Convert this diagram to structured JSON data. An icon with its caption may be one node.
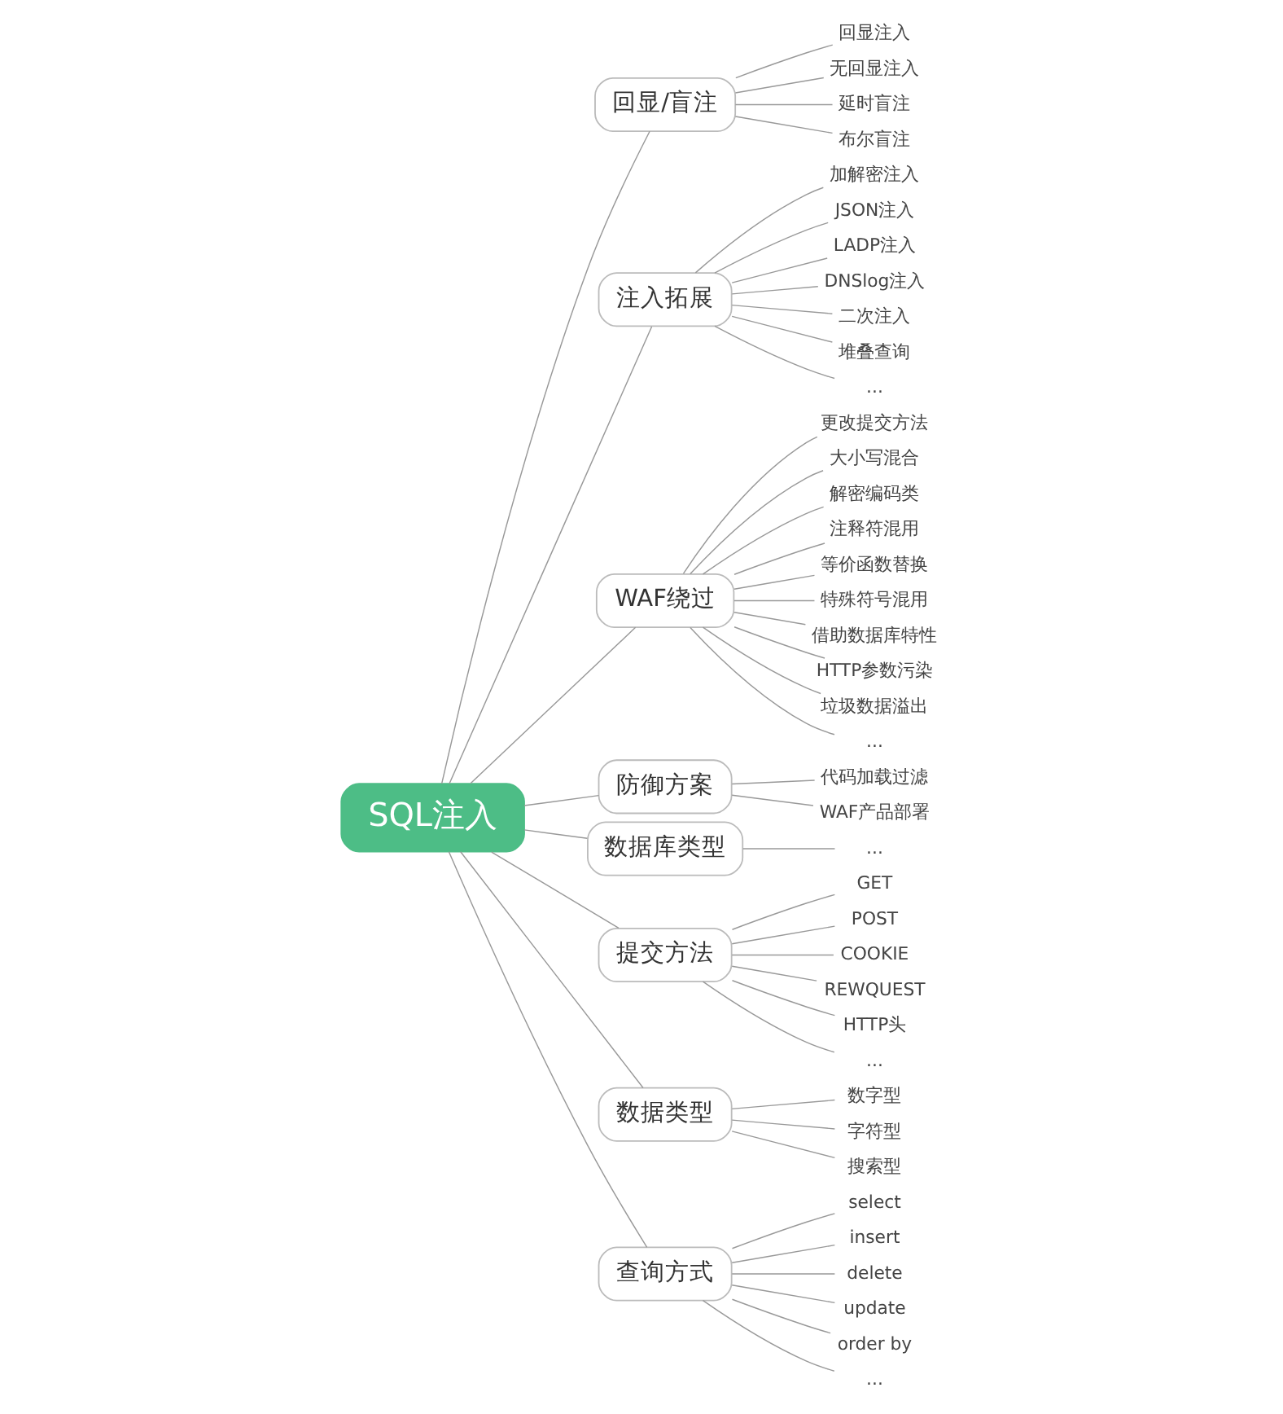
{
  "diagram": {
    "nodes": [
      {
        "text": [
          "SQL注入"
        ]
      },
      {
        "text": [
          "回显/盲注"
        ]
      },
      {
        "text": [
          "回显注入"
        ]
      },
      {
        "text": [
          "无回显注入"
        ]
      },
      {
        "text": [
          "延时盲注"
        ]
      },
      {
        "text": [
          "布尔盲注"
        ]
      },
      {
        "text": [
          "注入拓展"
        ]
      },
      {
        "text": [
          "加解密注入"
        ]
      },
      {
        "text": [
          "JSON注入"
        ]
      },
      {
        "text": [
          "LADP注入"
        ]
      },
      {
        "text": [
          "DNSlog注入"
        ]
      },
      {
        "text": [
          "二次注入"
        ]
      },
      {
        "text": [
          "堆叠查询"
        ]
      },
      {
        "text": [
          "..."
        ]
      },
      {
        "text": [
          "WAF绕过"
        ]
      },
      {
        "text": [
          "更改提交方法"
        ]
      },
      {
        "text": [
          "大小写混合"
        ]
      },
      {
        "text": [
          "解密编码类"
        ]
      },
      {
        "text": [
          "注释符混用"
        ]
      },
      {
        "text": [
          "等价函数替换"
        ]
      },
      {
        "text": [
          "特殊符号混用"
        ]
      },
      {
        "text": [
          "借助数据库特性"
        ]
      },
      {
        "text": [
          "HTTP参数污染"
        ]
      },
      {
        "text": [
          "垃圾数据溢出"
        ]
      },
      {
        "text": [
          "..."
        ]
      },
      {
        "text": [
          "防御方案"
        ]
      },
      {
        "text": [
          "代码加载过滤"
        ]
      },
      {
        "text": [
          "WAF产品部署"
        ]
      },
      {
        "text": [
          "数据库类型"
        ]
      },
      {
        "text": [
          "..."
        ]
      },
      {
        "text": [
          "提交方法"
        ]
      },
      {
        "text": [
          "GET"
        ]
      },
      {
        "text": [
          "POST"
        ]
      },
      {
        "text": [
          "COOKIE"
        ]
      },
      {
        "text": [
          "REWQUEST"
        ]
      },
      {
        "text": [
          "HTTP头"
        ]
      },
      {
        "text": [
          "..."
        ]
      },
      {
        "text": [
          "数据类型"
        ]
      },
      {
        "text": [
          "数字型"
        ]
      },
      {
        "text": [
          "字符型"
        ]
      },
      {
        "text": [
          "搜索型"
        ]
      },
      {
        "text": [
          "查询方式"
        ]
      },
      {
        "text": [
          "select"
        ]
      },
      {
        "text": [
          "insert"
        ]
      },
      {
        "text": [
          "delete"
        ]
      },
      {
        "text": [
          "update"
        ]
      },
      {
        "text": [
          "order by"
        ]
      },
      {
        "text": [
          "..."
        ]
      }
    ],
    "edges": [
      {
        "from": 0,
        "to": 1,
        "arrow": "none"
      },
      {
        "from": 1,
        "to": 2,
        "arrow": "none"
      },
      {
        "from": 1,
        "to": 3,
        "arrow": "none"
      },
      {
        "from": 1,
        "to": 4,
        "arrow": "none"
      },
      {
        "from": 1,
        "to": 5,
        "arrow": "none"
      },
      {
        "from": 0,
        "to": 6,
        "arrow": "none"
      },
      {
        "from": 6,
        "to": 7,
        "arrow": "none"
      },
      {
        "from": 6,
        "to": 8,
        "arrow": "none"
      },
      {
        "from": 6,
        "to": 9,
        "arrow": "none"
      },
      {
        "from": 6,
        "to": 10,
        "arrow": "none"
      },
      {
        "from": 6,
        "to": 11,
        "arrow": "none"
      },
      {
        "from": 6,
        "to": 12,
        "arrow": "none"
      },
      {
        "from": 6,
        "to": 13,
        "arrow": "none"
      },
      {
        "from": 0,
        "to": 14,
        "arrow": "none"
      },
      {
        "from": 14,
        "to": 15,
        "arrow": "none"
      },
      {
        "from": 14,
        "to": 16,
        "arrow": "none"
      },
      {
        "from": 14,
        "to": 17,
        "arrow": "none"
      },
      {
        "from": 14,
        "to": 18,
        "arrow": "none"
      },
      {
        "from": 14,
        "to": 19,
        "arrow": "none"
      },
      {
        "from": 14,
        "to": 20,
        "arrow": "none"
      },
      {
        "from": 14,
        "to": 21,
        "arrow": "none"
      },
      {
        "from": 14,
        "to": 22,
        "arrow": "none"
      },
      {
        "from": 14,
        "to": 23,
        "arrow": "none"
      },
      {
        "from": 14,
        "to": 24,
        "arrow": "none"
      },
      {
        "from": 0,
        "to": 25,
        "arrow": "none"
      },
      {
        "from": 25,
        "to": 26,
        "arrow": "none"
      },
      {
        "from": 25,
        "to": 27,
        "arrow": "none"
      },
      {
        "from": 0,
        "to": 28,
        "arrow": "none"
      },
      {
        "from": 28,
        "to": 29,
        "arrow": "none"
      },
      {
        "from": 0,
        "to": 30,
        "arrow": "none"
      },
      {
        "from": 30,
        "to": 31,
        "arrow": "none"
      },
      {
        "from": 30,
        "to": 32,
        "arrow": "none"
      },
      {
        "from": 30,
        "to": 33,
        "arrow": "none"
      },
      {
        "from": 30,
        "to": 34,
        "arrow": "none"
      },
      {
        "from": 30,
        "to": 35,
        "arrow": "none"
      },
      {
        "from": 30,
        "to": 36,
        "arrow": "none"
      },
      {
        "from": 0,
        "to": 37,
        "arrow": "none"
      },
      {
        "from": 37,
        "to": 38,
        "arrow": "none"
      },
      {
        "from": 37,
        "to": 39,
        "arrow": "none"
      },
      {
        "from": 37,
        "to": 40,
        "arrow": "none"
      },
      {
        "from": 0,
        "to": 41,
        "arrow": "none"
      },
      {
        "from": 41,
        "to": 42,
        "arrow": "none"
      },
      {
        "from": 41,
        "to": 43,
        "arrow": "none"
      },
      {
        "from": 41,
        "to": 44,
        "arrow": "none"
      },
      {
        "from": 41,
        "to": 45,
        "arrow": "none"
      },
      {
        "from": 41,
        "to": 46,
        "arrow": "none"
      },
      {
        "from": 41,
        "to": 47,
        "arrow": "none"
      }
    ]
  }
}
